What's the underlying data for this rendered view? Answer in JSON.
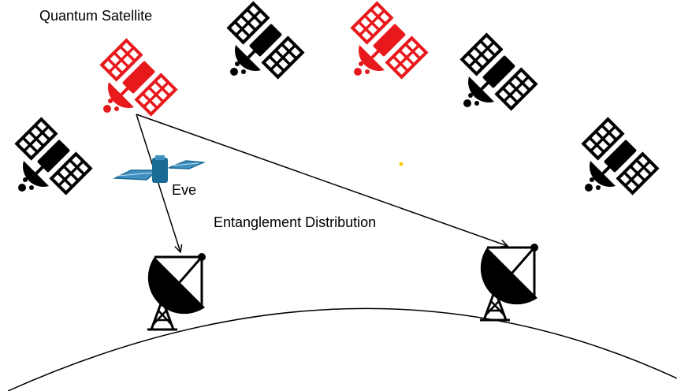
{
  "labels": {
    "quantum_satellite": "Quantum Satellite",
    "eve": "Eve",
    "entanglement_distribution": "Entanglement Distribution"
  },
  "colors": {
    "quantum_satellite": "#e8191c",
    "satellite": "#000000",
    "eve_satellite": "#1a6b94",
    "eve_panel": "#3f8fc0",
    "dot": "#f5d000",
    "line": "#000000"
  },
  "icons": {
    "satellite": "satellite-icon",
    "quantum_satellite": "quantum-satellite-icon",
    "eve": "eve-satellite-icon",
    "ground_station": "ground-station-dish-icon"
  }
}
